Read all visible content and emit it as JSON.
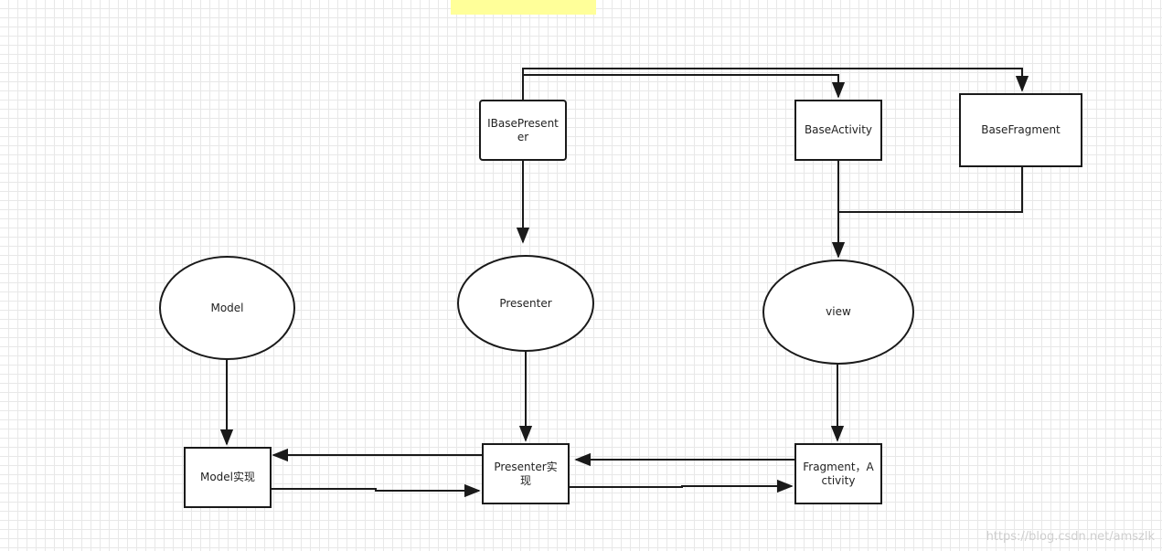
{
  "nodes": {
    "ibasepresenter": "IBasePresenter",
    "baseactivity": "BaseActivity",
    "basefragment": "BaseFragment",
    "model": "Model",
    "presenter": "Presenter",
    "view": "view",
    "model_impl": "Model实现",
    "presenter_impl": "Presenter实现",
    "fragment_activity": "Fragment，Activity"
  },
  "watermark": "https://blog.csdn.net/amszlk",
  "colors": {
    "stroke": "#1a1a1a",
    "highlight": "#ffff99",
    "grid": "#e8e8e8"
  }
}
